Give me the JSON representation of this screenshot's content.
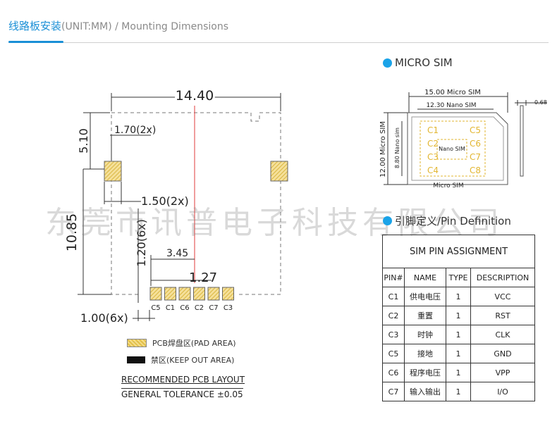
{
  "header": {
    "title_cn": "线路板安装",
    "title_en": "(UNIT:MM) / Mounting Dimensions"
  },
  "watermark": "东莞市讯普电子科技有限公司",
  "layout": {
    "dim_width": "14.40",
    "dim_height": "10.85",
    "dim_top": "5.10",
    "dim_pad_w": "1.70(2x)",
    "dim_pad_gap": "1.50(2x)",
    "dim_pin_pitch": "1.20(6x)",
    "dim_345": "3.45",
    "dim_127": "1.27",
    "dim_pin_w": "1.00(6x)",
    "pins": [
      "C5",
      "C1",
      "C6",
      "C2",
      "C7",
      "C3"
    ]
  },
  "legend": {
    "pad": "PCB焊盘区(PAD AREA)",
    "keep": "禁区(KEEP OUT AREA)"
  },
  "footer": {
    "line1": "RECOMMENDED PCB LAYOUT",
    "line2": "GENERAL TOLERANCE ±0.05"
  },
  "micro": {
    "title": "MICRO SIM",
    "dim_w": "15.00 Micro SIM",
    "dim_nano_w": "12.30 Nano SIM",
    "dim_h": "12.00 Micro SIM",
    "dim_nano_h": "8.80 Nano sim",
    "thickness": "0.68",
    "nano_label": "Nano SIM",
    "bottom_label": "Micro SIM",
    "contacts": [
      "C1",
      "C5",
      "C2",
      "C6",
      "C3",
      "C7",
      "C4",
      "C8"
    ]
  },
  "pin_def": {
    "title": "引脚定义/Pin Definition",
    "table_title": "SIM PIN ASSIGNMENT",
    "headers": [
      "PIN#",
      "NAME",
      "TYPE",
      "DESCRIPTION"
    ],
    "rows": [
      [
        "C1",
        "供电电压",
        "1",
        "VCC"
      ],
      [
        "C2",
        "重置",
        "1",
        "RST"
      ],
      [
        "C3",
        "时钟",
        "1",
        "CLK"
      ],
      [
        "C5",
        "接地",
        "1",
        "GND"
      ],
      [
        "C6",
        "程序电压",
        "1",
        "VPP"
      ],
      [
        "C7",
        "输入输出",
        "1",
        "I/O"
      ]
    ]
  },
  "colors": {
    "accent": "#1a8fd6",
    "pad": "#f0d77a",
    "redline": "#e23b3b"
  }
}
